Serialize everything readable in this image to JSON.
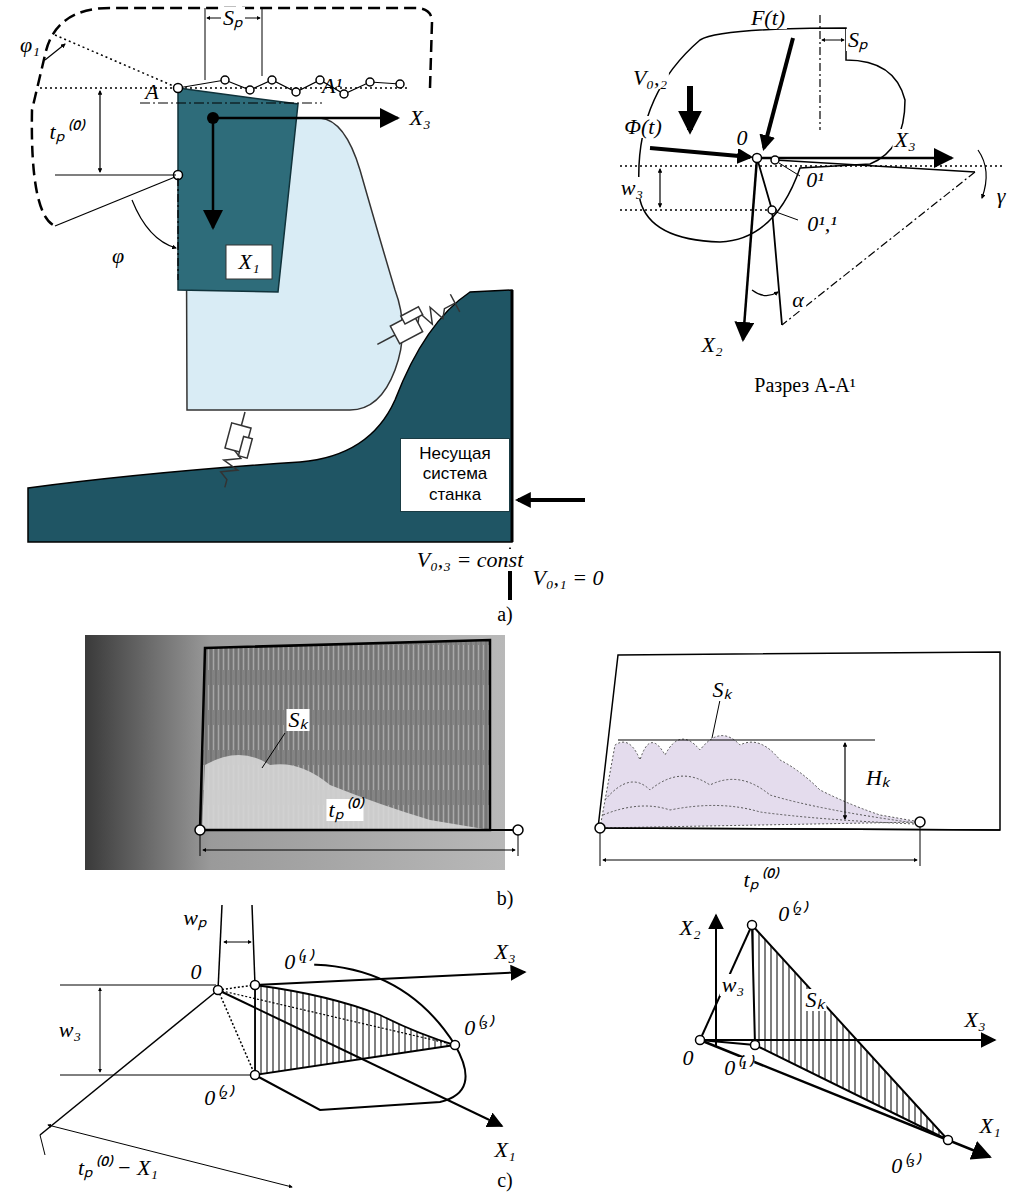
{
  "diagram": {
    "nodes": [
      {
        "text": [
          "Несущая система станка"
        ]
      }
    ],
    "labels": [
      "Sₚ",
      "φ₁",
      "tₚ⁽⁰⁾",
      "A",
      "A¹",
      "X₃",
      "φ",
      "X₁",
      "V₀,₃ = const",
      "V₀,₁ = 0",
      "Sₚ",
      "F(t)",
      "V₀,₂",
      "Φ(t)",
      "0",
      "X₃",
      "γ",
      "0¹",
      "w₃",
      "0¹,¹",
      "α",
      "X₂",
      "Разрез А-А¹",
      "a)",
      "Sₖ",
      "tₚ⁽⁰⁾",
      "Sₖ",
      "Hₖ",
      "tₚ⁽⁰⁾",
      "b)",
      "wₚ",
      "0",
      "0⁽¹⁾",
      "X₃",
      "w₃",
      "0⁽²⁾",
      "0⁽³⁾",
      "X₁",
      "tₚ⁽⁰⁾ − X₁",
      "X₂",
      "0⁽²⁾",
      "w₃",
      "Sₖ",
      "0",
      "X₃",
      "0⁽¹⁾",
      "0⁽³⁾",
      "X₁",
      "c)"
    ]
  }
}
